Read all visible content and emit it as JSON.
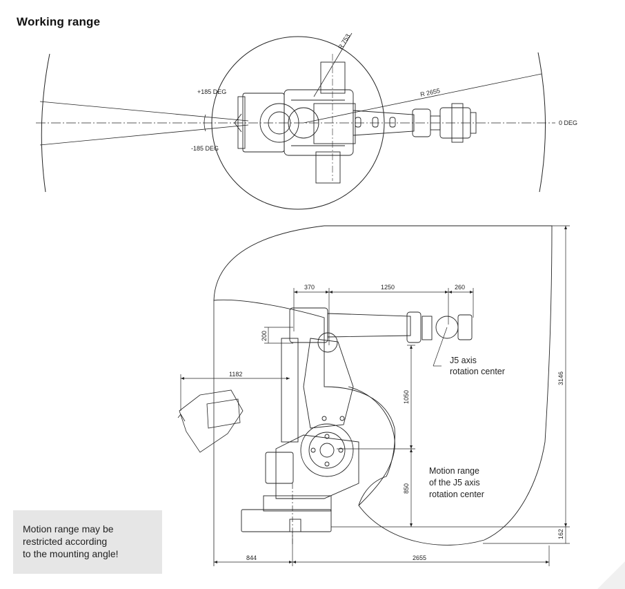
{
  "title": "Working range",
  "top_view": {
    "radius_outer": "R 2655",
    "radius_inner": "R 753",
    "angle_positive": "+185 DEG",
    "angle_negative": "-185 DEG",
    "angle_zero": "0 DEG"
  },
  "side_view": {
    "dim_370": "370",
    "dim_1250": "1250",
    "dim_260": "260",
    "dim_200": "200",
    "dim_1182": "1182",
    "dim_1050": "1050",
    "dim_850": "850",
    "dim_3146": "3146",
    "dim_162": "162",
    "dim_844": "844",
    "dim_2655": "2655",
    "j5_label": "J5 axis\nrotation center",
    "motion_label": "Motion range\nof the J5 axis\nrotation center"
  },
  "note": "Motion range may be\nrestricted according\nto the mounting angle!",
  "colors": {
    "line": "#222222",
    "note_bg": "#e6e6e6"
  }
}
